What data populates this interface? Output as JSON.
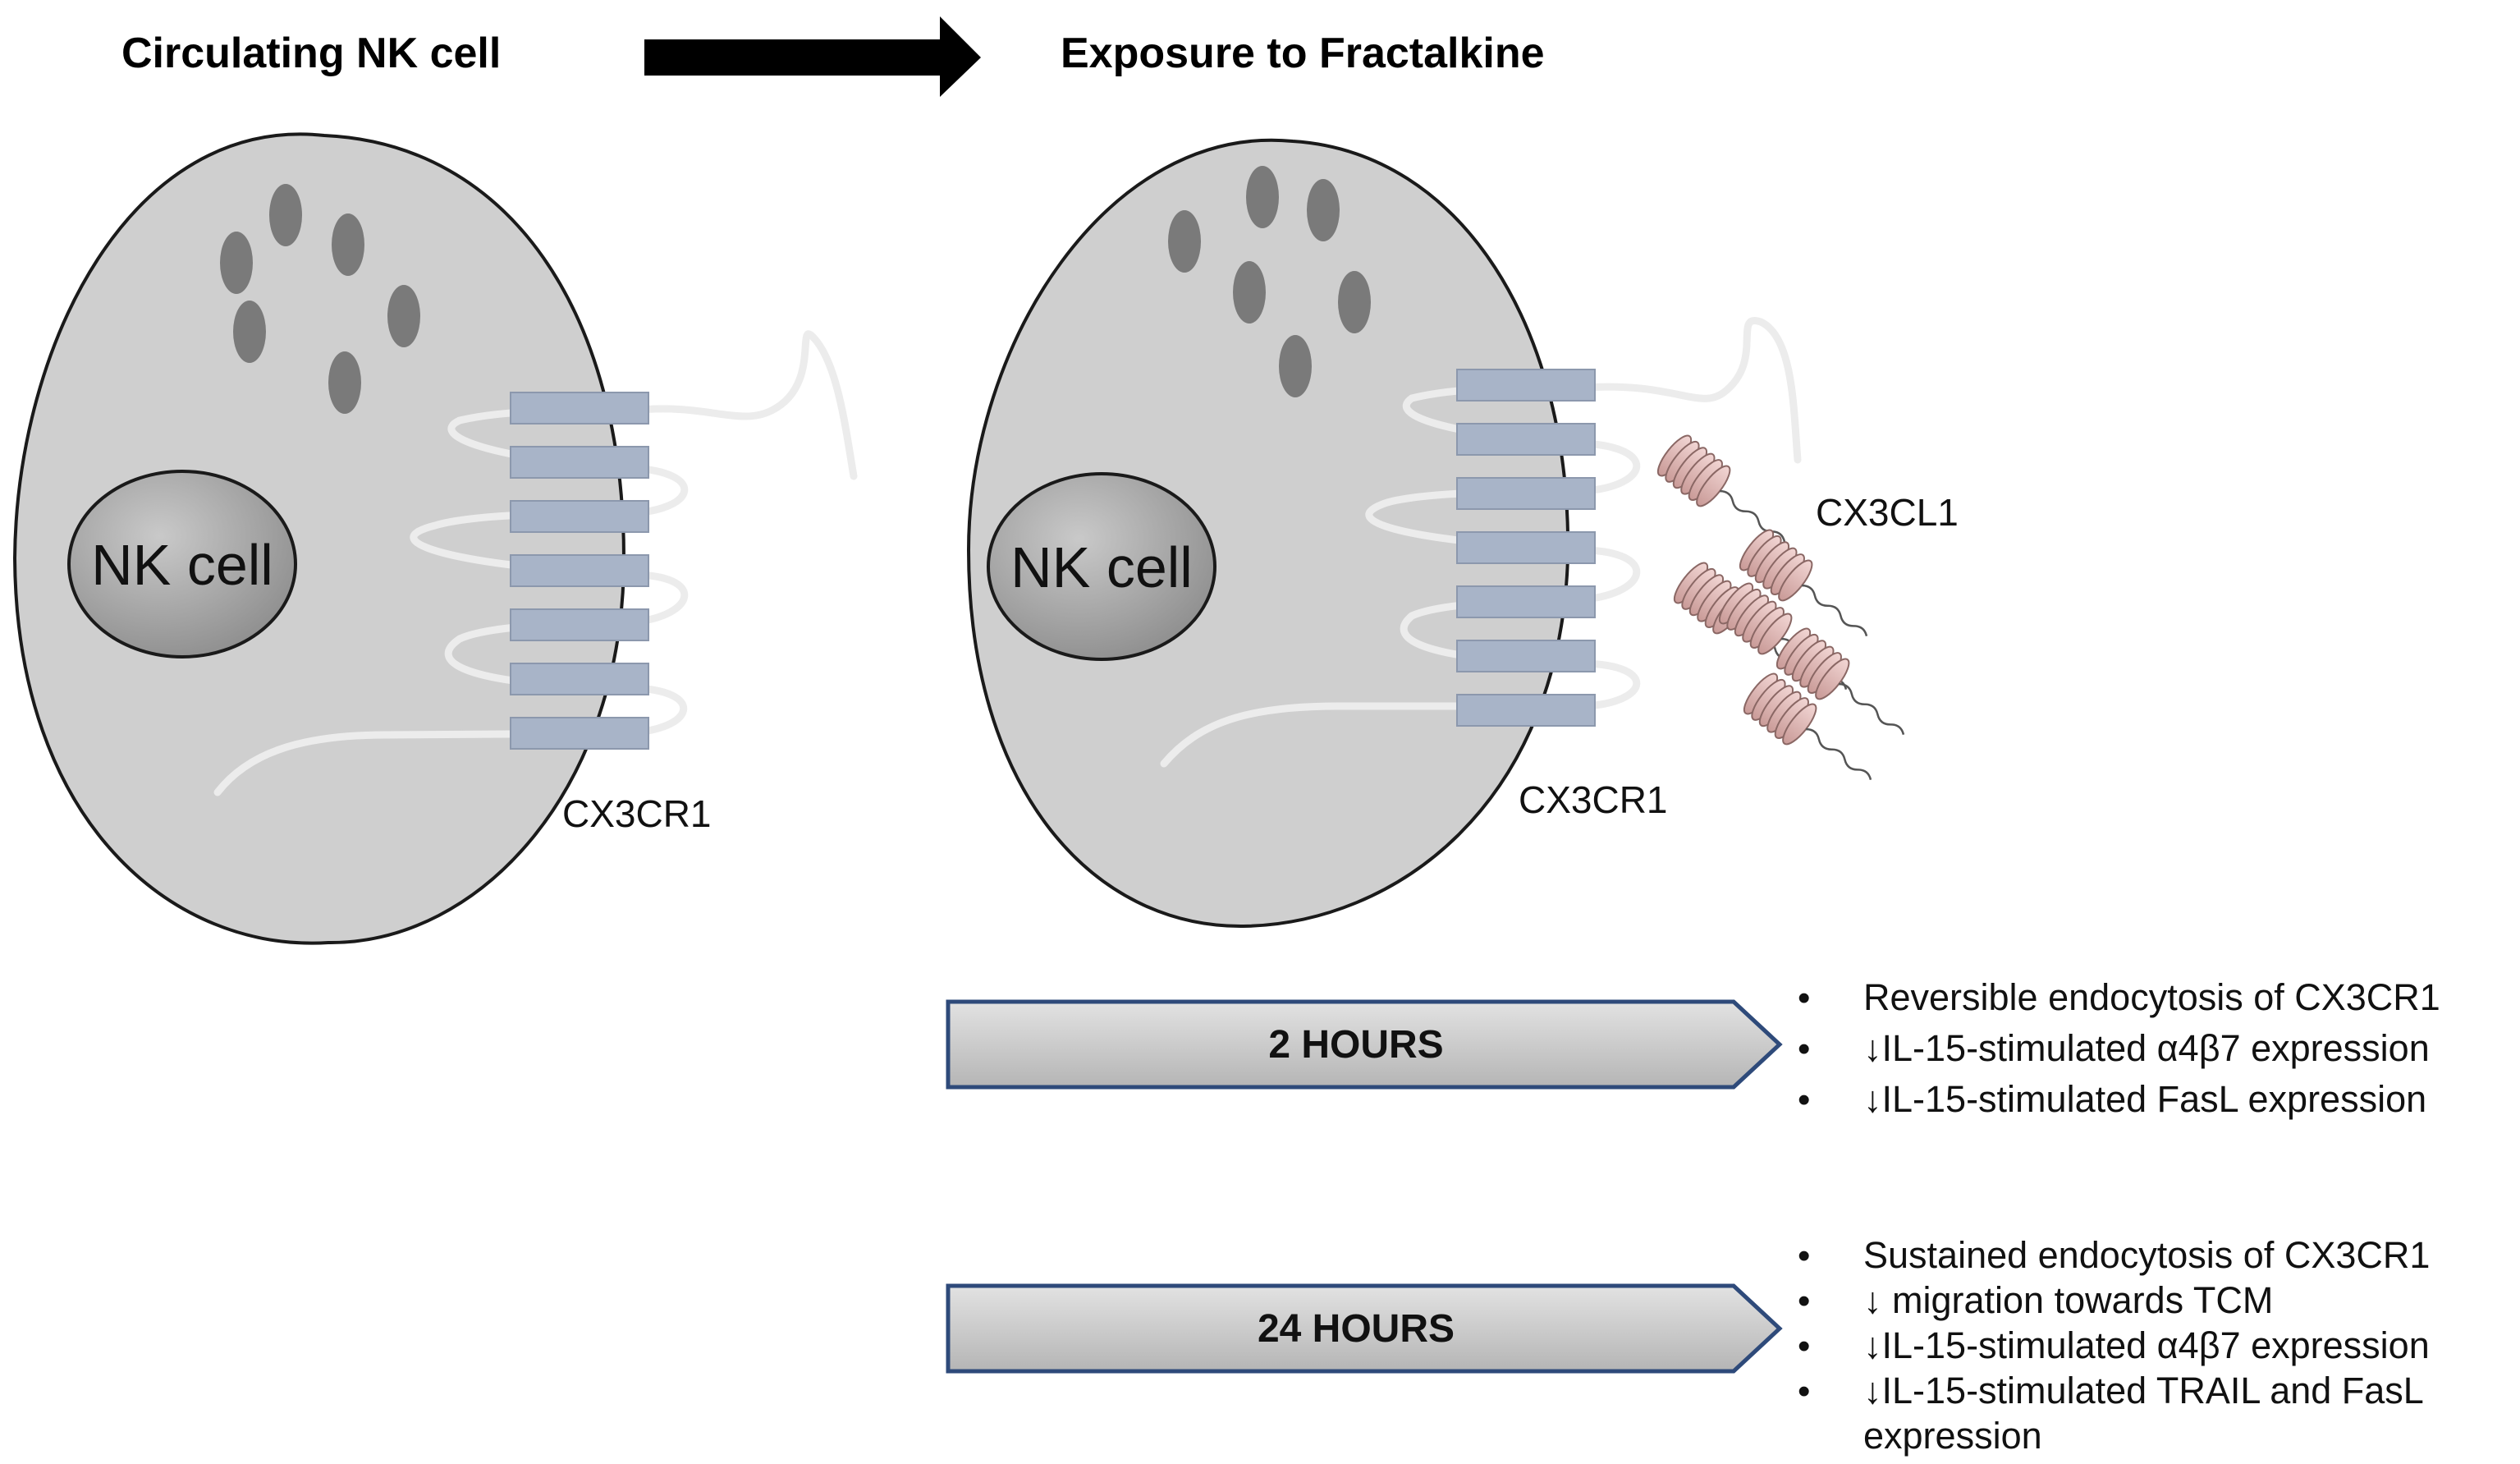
{
  "headers": {
    "left": "Circulating NK cell",
    "right": "Exposure to Fractalkine"
  },
  "cells": {
    "left": {
      "nucleus_label": "NK cell",
      "receptor_label": "CX3CR1"
    },
    "right": {
      "nucleus_label": "NK cell",
      "receptor_label": "CX3CR1",
      "ligand_label": "CX3CL1"
    }
  },
  "timeline": [
    {
      "label": "2 HOURS",
      "bullets": [
        [
          "Reversible endocytosis of CX3CR1"
        ],
        [
          "↓IL-15-stimulated α4β7 expression"
        ],
        [
          "↓IL-15-stimulated FasL expression"
        ]
      ]
    },
    {
      "label": "24 HOURS",
      "bullets": [
        [
          "Sustained endocytosis of CX3CR1"
        ],
        [
          "↓ migration towards TCM"
        ],
        [
          "↓IL-15-stimulated α4β7 expression"
        ],
        [
          "↓IL-15-stimulated TRAIL and FasL",
          "expression"
        ]
      ]
    }
  ],
  "colors": {
    "cell_fill": "#cfcfcf",
    "granule": "#7a7a7a",
    "receptor": "#a8b4c8",
    "ligand": "#e3b7b4",
    "arrow_box": "#c8c8c8",
    "arrow_border": "#2e4a7a"
  }
}
